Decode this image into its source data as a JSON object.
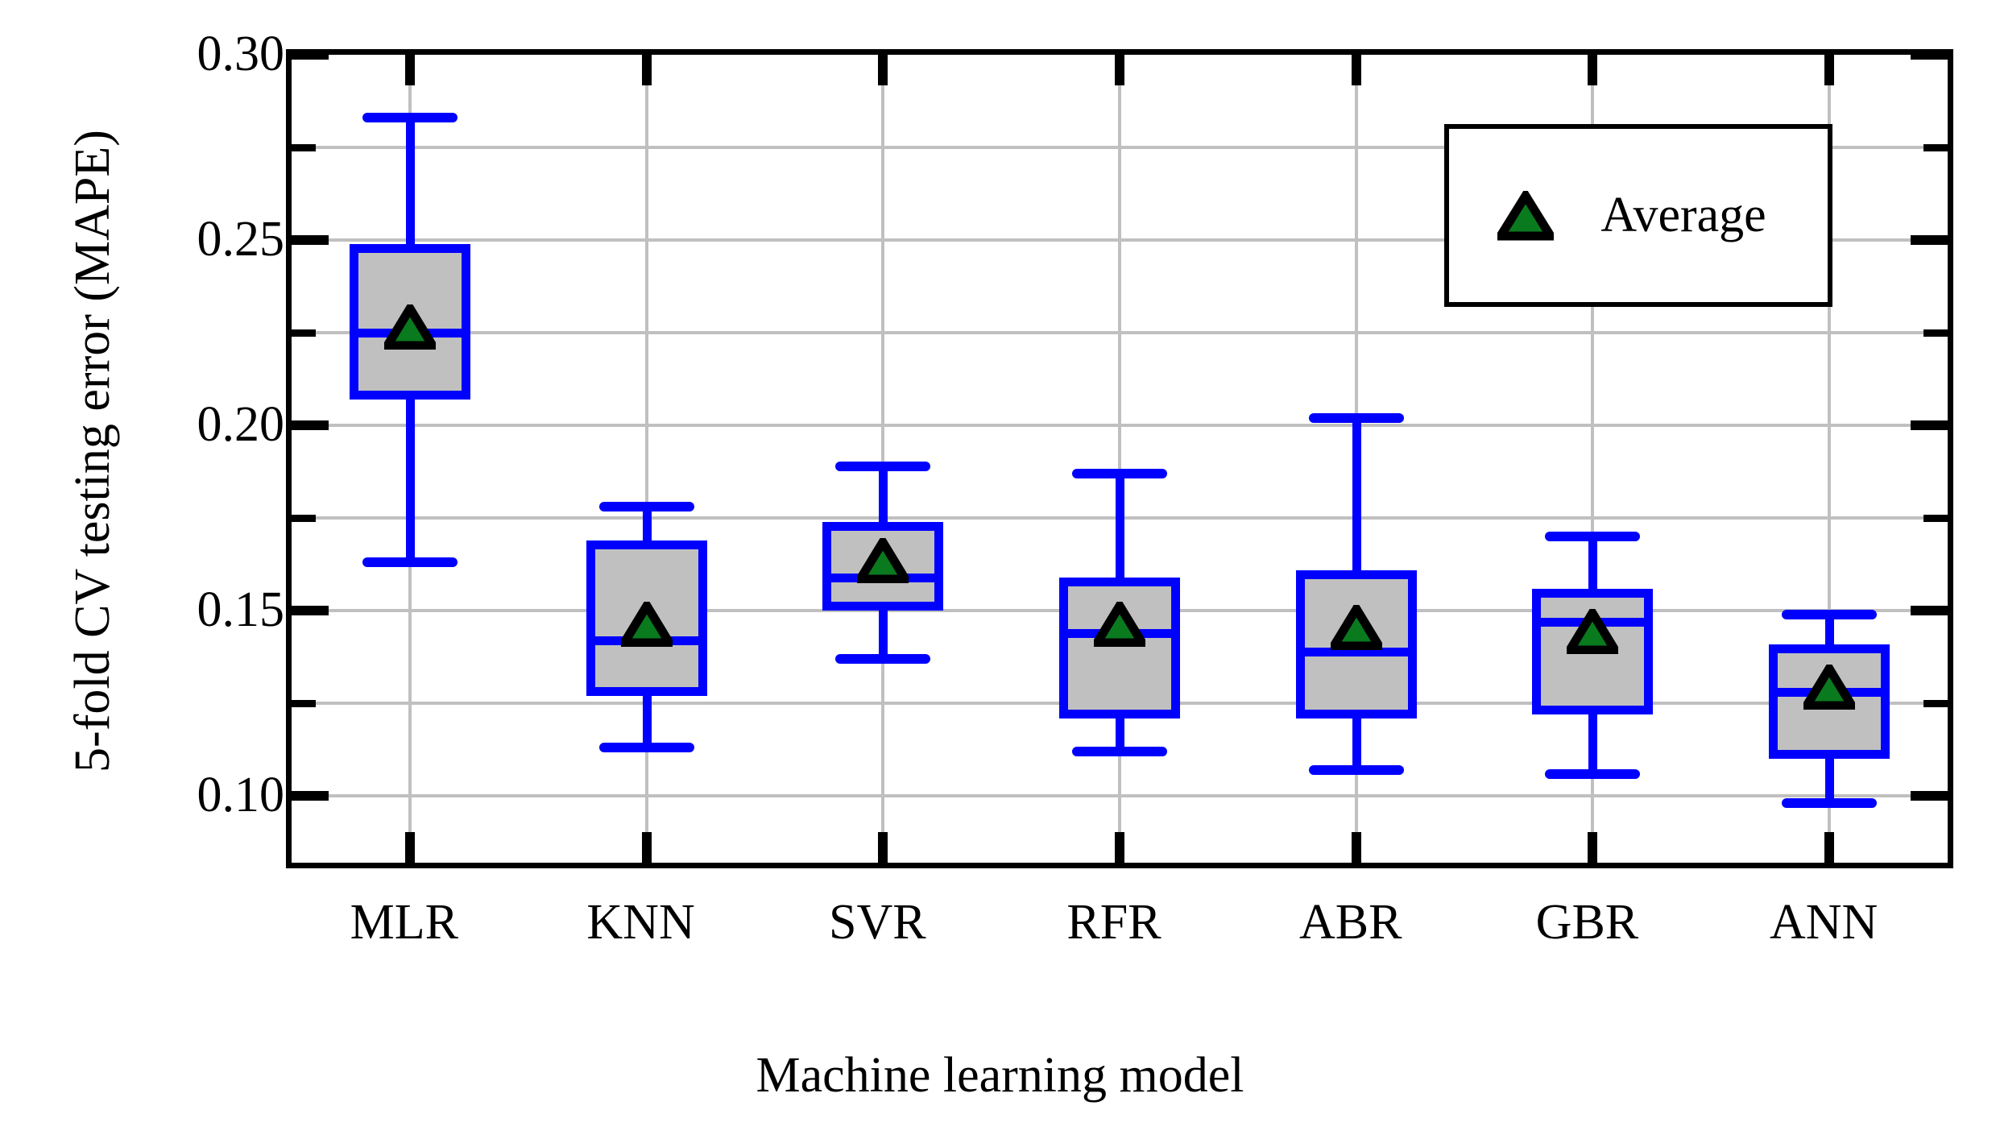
{
  "chart_data": {
    "type": "box",
    "title": "",
    "xlabel": "Machine learning model",
    "ylabel": "5-fold CV testing error (MAPE)",
    "ylim": [
      0.082,
      0.3
    ],
    "yticks_major": [
      0.3,
      0.25,
      0.2,
      0.15,
      0.1
    ],
    "yticks_major_labels": [
      "0.30",
      "0.25",
      "0.20",
      "0.15",
      "0.10"
    ],
    "yticks_minor": [
      0.275,
      0.225,
      0.175,
      0.125
    ],
    "grid": "horizontal-and-vertical-at-categories",
    "legend": {
      "position": "top-right",
      "entries": [
        {
          "label": "Average",
          "marker": "triangle",
          "fill_color": "#0a7a1e",
          "edge_color": "#000000"
        }
      ]
    },
    "box_style": {
      "fill_color": "#c0c0c0",
      "edge_color": "#0000ff",
      "median_color": "#0000ff",
      "whisker_color": "#0000ff"
    },
    "categories": [
      "MLR",
      "KNN",
      "SVR",
      "RFR",
      "ABR",
      "GBR",
      "ANN"
    ],
    "boxes": [
      {
        "category": "MLR",
        "whisker_low": 0.163,
        "q1": 0.207,
        "median": 0.225,
        "q3": 0.249,
        "whisker_high": 0.283,
        "mean": 0.226
      },
      {
        "category": "KNN",
        "whisker_low": 0.113,
        "q1": 0.127,
        "median": 0.142,
        "q3": 0.169,
        "whisker_high": 0.178,
        "mean": 0.146
      },
      {
        "category": "SVR",
        "whisker_low": 0.137,
        "q1": 0.15,
        "median": 0.159,
        "q3": 0.174,
        "whisker_high": 0.189,
        "mean": 0.163
      },
      {
        "category": "RFR",
        "whisker_low": 0.112,
        "q1": 0.121,
        "median": 0.144,
        "q3": 0.159,
        "whisker_high": 0.187,
        "mean": 0.146
      },
      {
        "category": "ABR",
        "whisker_low": 0.107,
        "q1": 0.121,
        "median": 0.139,
        "q3": 0.161,
        "whisker_high": 0.202,
        "mean": 0.145
      },
      {
        "category": "GBR",
        "whisker_low": 0.106,
        "q1": 0.122,
        "median": 0.147,
        "q3": 0.156,
        "whisker_high": 0.17,
        "mean": 0.144
      },
      {
        "category": "ANN",
        "whisker_low": 0.098,
        "q1": 0.11,
        "median": 0.128,
        "q3": 0.141,
        "whisker_high": 0.149,
        "mean": 0.129
      }
    ]
  },
  "axes": {
    "y_title": "5-fold CV testing error (MAPE)",
    "x_title": "Machine learning model"
  },
  "legend": {
    "average_label": "Average"
  },
  "colors": {
    "box_edge": "#0000ff",
    "box_fill": "#c0c0c0",
    "mean_marker": "#0a7a1e",
    "grid": "#c0c0c0",
    "frame": "#000000"
  }
}
